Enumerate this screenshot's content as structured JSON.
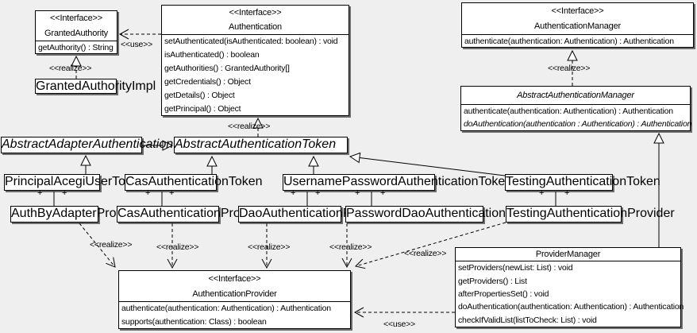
{
  "labels": {
    "use": "<<use>>",
    "realize": "<<realize>>",
    "plus": "+"
  },
  "colors": {
    "background": "#efefef",
    "box_fill": "#ffffff",
    "line": "#000000"
  },
  "classes": {
    "granted_authority": {
      "stereotype": "<<Interface>>",
      "name": "GrantedAuthority",
      "methods": [
        "getAuthority() : String"
      ]
    },
    "granted_authority_impl": {
      "name": "GrantedAuthorityImpl"
    },
    "authentication": {
      "stereotype": "<<Interface>>",
      "name": "Authentication",
      "methods": [
        "setAuthenticated(isAuthenticated: boolean) : void",
        "isAuthenticated() : boolean",
        "getAuthorities() : GrantedAuthority[]",
        "getCredentials() : Object",
        "getDetails() : Object",
        "getPrincipal() : Object"
      ]
    },
    "authentication_manager": {
      "stereotype": "<<Interface>>",
      "name": "AuthenticationManager",
      "methods": [
        "authenticate(authentication: Authentication) : Authentication"
      ]
    },
    "abstract_authentication_manager": {
      "name": "AbstractAuthenticationManager",
      "methods": [
        "authenticate(authentication: Authentication) : Authentication",
        "doAuthentication(authentication : Authentication) : Authentication"
      ]
    },
    "abstract_adapter_authentication_token": {
      "name": "AbstractAdapterAuthenticationToken"
    },
    "abstract_authentication_token": {
      "name": "AbstractAuthenticationToken"
    },
    "principal_acegi_user_token": {
      "name": "PrincipalAcegiUserToken"
    },
    "cas_authentication_token": {
      "name": "CasAuthenticationToken"
    },
    "username_password_authentication_token": {
      "name": "UsernamePasswordAuthenticationToken"
    },
    "testing_authentication_token": {
      "name": "TestingAuthenticationToken"
    },
    "auth_by_adapter_provider": {
      "name": "AuthByAdapterProvider"
    },
    "cas_authentication_provider": {
      "name": "CasAuthenticationProvider"
    },
    "dao_authentication_provider": {
      "name": "DaoAuthenticationProvider"
    },
    "password_dao_authentication_provider": {
      "name": "PasswordDaoAuthenticationProvider"
    },
    "testing_authentication_provider": {
      "name": "TestingAuthenticationProvider"
    },
    "authentication_provider": {
      "stereotype": "<<Interface>>",
      "name": "AuthenticationProvider",
      "methods": [
        "authenticate(authentication: Authentication) : Authentication",
        "supports(authentication: Class) : boolean"
      ]
    },
    "provider_manager": {
      "name": "ProviderManager",
      "methods": [
        "setProviders(newList: List) : void",
        "getProviders() : List",
        "afterPropertiesSet() : void",
        "doAuthentication(authentication: Authentication) : Authentication",
        "checkIfValidList(listToCheck: List) : void"
      ]
    }
  }
}
